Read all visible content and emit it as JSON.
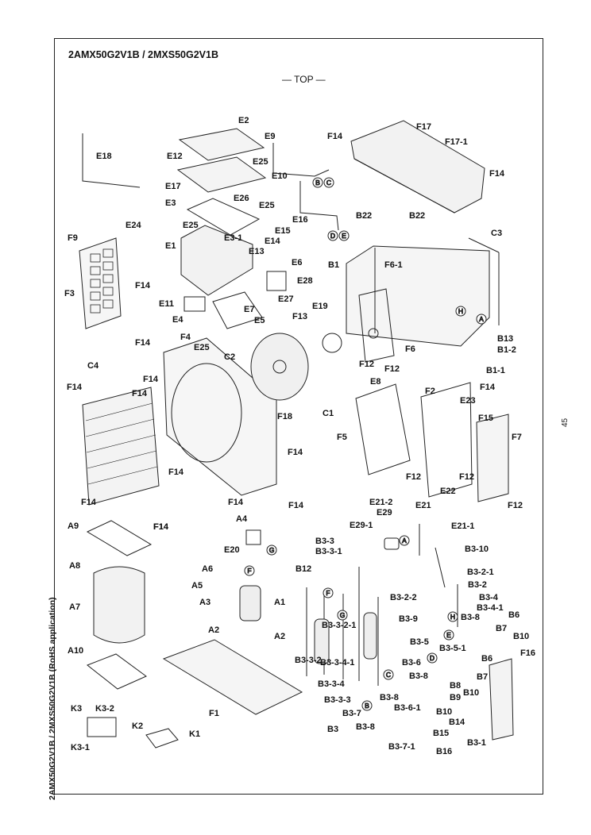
{
  "document": {
    "title": "2AMX50G2V1B / 2MXS50G2V1B",
    "view_label": "— TOP —",
    "side_label": "2AMX50G2V1B / 2MXS50G2V1B (RoHS application)",
    "page_number": "45"
  },
  "part_labels": [
    "E2",
    "E9",
    "F14",
    "F17",
    "F17-1",
    "E18",
    "E25",
    "E12",
    "E10",
    "F14",
    "E17",
    "E26",
    "E3",
    "E25",
    "B22",
    "B22",
    "C3",
    "E24",
    "E25",
    "E16",
    "E3-1",
    "E15",
    "F9",
    "E1",
    "E14",
    "E13",
    "B1",
    "F6-1",
    "E6",
    "E28",
    "F3",
    "F14",
    "E11",
    "E27",
    "E7",
    "E19",
    "F13",
    "E4",
    "E5",
    "B13",
    "E25",
    "F14",
    "F4",
    "F6",
    "B1-2",
    "C2",
    "F12",
    "B1-1",
    "F14",
    "F12",
    "F14",
    "C4",
    "E8",
    "F2",
    "F14",
    "F14",
    "E23",
    "F14",
    "F18",
    "C1",
    "F15",
    "F7",
    "F5",
    "F14",
    "F14",
    "F12",
    "F12",
    "E22",
    "F14",
    "F14",
    "F14",
    "F12",
    "E21-2",
    "E21",
    "E29",
    "E21-1",
    "E29-1",
    "F14",
    "A9",
    "A4",
    "B3-3",
    "B3-3-1",
    "B3-10",
    "E20",
    "A6",
    "B12",
    "B3-2-1",
    "A8",
    "A5",
    "B3-2",
    "A3",
    "A1",
    "B3-2-2",
    "B3-4",
    "B6",
    "A7",
    "B3-9",
    "B3-8",
    "B3-4-1",
    "B3-3-2-1",
    "B7",
    "A2",
    "A2",
    "B3-5",
    "B10",
    "B3-3-2",
    "B3-5-1",
    "F16",
    "A10",
    "B3-3-4-1",
    "B6",
    "B3-6",
    "B3-8",
    "B7",
    "B8",
    "B3-3-4",
    "B9",
    "B10",
    "F1",
    "B3-3-3",
    "B3-8",
    "B14",
    "K3",
    "K3-2",
    "B3-7",
    "B3-6-1",
    "B10",
    "B15",
    "B3",
    "K1",
    "B3-8",
    "K2",
    "K3-1",
    "B3-7-1",
    "B16",
    "B3-1"
  ],
  "connector_markers": [
    "B",
    "C",
    "D",
    "E",
    "H",
    "A",
    "A",
    "G",
    "F",
    "F",
    "G",
    "H",
    "E",
    "D",
    "C",
    "B"
  ]
}
